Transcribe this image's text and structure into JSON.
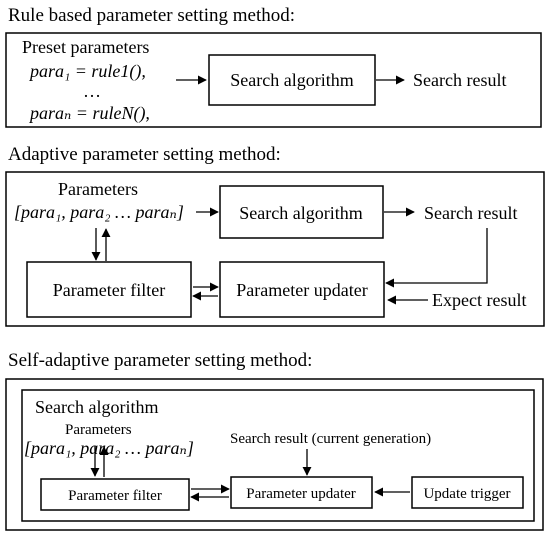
{
  "sections": {
    "rule": {
      "title": "Rule based parameter setting method:",
      "preset_label": "Preset parameters",
      "preset_line1": "para₁ = rule1(),",
      "preset_ellipsis": "…",
      "preset_line2": "paraₙ = ruleN(),",
      "search_algorithm": "Search algorithm",
      "search_result": "Search result"
    },
    "adaptive": {
      "title": "Adaptive parameter setting method:",
      "parameters_label": "Parameters",
      "parameters_list": "[para₁, para₂ … paraₙ]",
      "search_algorithm": "Search algorithm",
      "search_result": "Search result",
      "parameter_filter": "Parameter filter",
      "parameter_updater": "Parameter updater",
      "expect_result": "Expect result"
    },
    "self_adaptive": {
      "title": "Self-adaptive parameter setting method:",
      "search_algorithm": "Search algorithm",
      "parameters_label": "Parameters",
      "parameters_list": "[para₁, para₂ … paraₙ]",
      "search_result": "Search result (current generation)",
      "parameter_filter": "Parameter filter",
      "parameter_updater": "Parameter updater",
      "update_trigger": "Update trigger"
    }
  }
}
